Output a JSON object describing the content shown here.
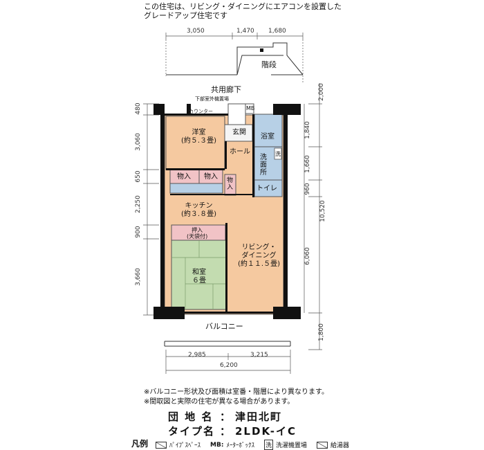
{
  "header": {
    "line1": "この住宅は、リビング・ダイニングにエアコンを設置した",
    "line2": "グレードアップ住宅です"
  },
  "dims_top": [
    "3,050",
    "1,470",
    "1,680"
  ],
  "dims_left": [
    "480",
    "3,060",
    "650",
    "2,250",
    "900",
    "3,660"
  ],
  "dims_right": [
    "2,000",
    "1,840",
    "1,660",
    "960",
    "10,520",
    "6,060",
    "1,800"
  ],
  "dims_bottom": [
    "2,985",
    "3,215",
    "6,200"
  ],
  "labels": {
    "stairs": "階段",
    "corridor": "共用廊下",
    "outdoor_unit": "下部室外機置場",
    "counter": "カウンター",
    "mb": "MB",
    "western_room": "洋室\n(約５.３畳)",
    "entrance": "玄関",
    "hall": "ホール",
    "bathroom": "浴室",
    "washroom": "洗\n面\n所",
    "wash_mark": "洗",
    "toilet": "トイレ",
    "storage1": "物入",
    "storage2": "物入",
    "storage3": "物\n入",
    "kitchen": "キッチン\n(約３.８畳)",
    "oshiire": "押入\n(天袋付)",
    "living": "リビング・\nダイニング\n(約１１.５畳)",
    "japanese_room": "和室\n６畳",
    "balcony": "バルコニー"
  },
  "notes": [
    "※バルコニー形状及び面積は室番・階層により異なります。",
    "※間取図と実際の住宅が異なる場合があります。"
  ],
  "info": {
    "danchi_label": "団 地 名",
    "danchi_value": "津田北町",
    "type_label": "タイプ名",
    "type_value": "2LDK-イC",
    "sep": "："
  },
  "legend": {
    "title": "凡例",
    "items": [
      {
        "icon": "pipe-space-icon",
        "label": "ﾊﾟｲﾌﾟｽﾍﾟｰｽ"
      },
      {
        "icon": "meter-box-icon",
        "label": "ﾒｰﾀｰﾎﾞｯｸｽ",
        "mark": "MB:"
      },
      {
        "icon": "washer-place-icon",
        "label": "洗濯機置場",
        "mark": "洗"
      },
      {
        "icon": "water-heater-icon",
        "label": "給湯器"
      }
    ]
  },
  "colors": {
    "room_orange": "#f5c9a0",
    "wet_blue": "#b7d0e6",
    "tatami_green": "#c3dcb0",
    "storage_pink": "#f1c3c6",
    "wall": "#111111"
  }
}
